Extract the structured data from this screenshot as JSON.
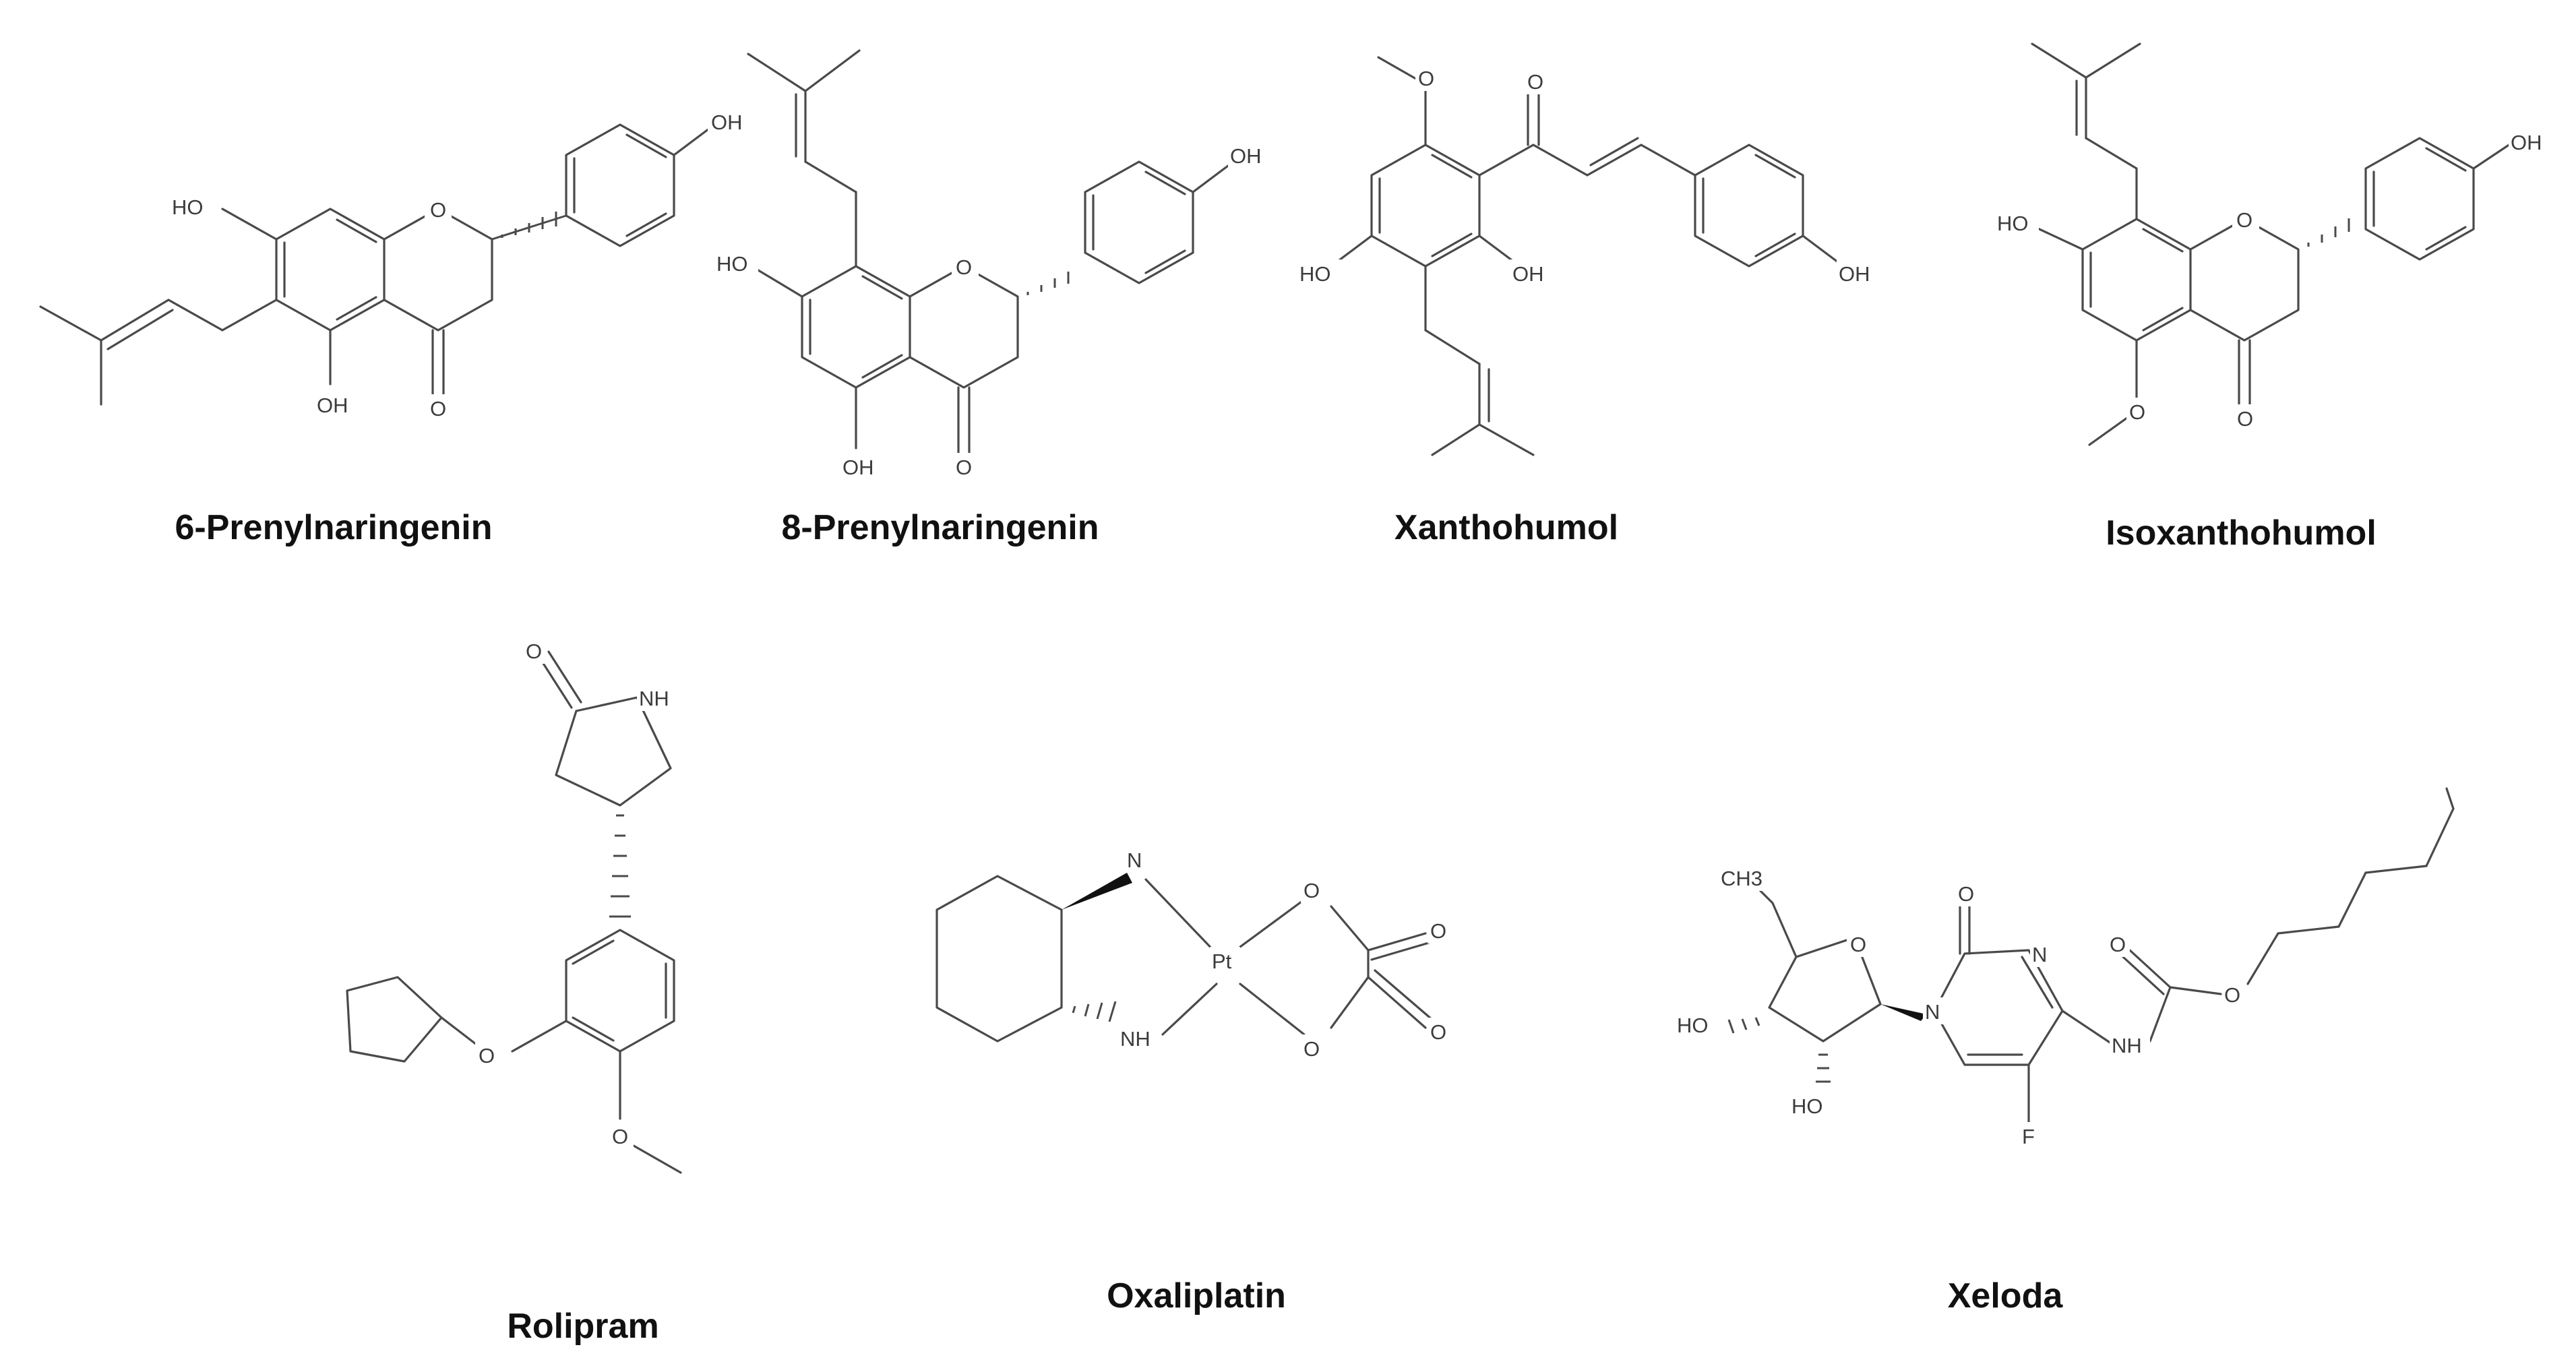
{
  "figure": {
    "compounds": [
      {
        "name": "6-Prenylnaringenin",
        "labels": [
          "HO",
          "O",
          "OH",
          "OH",
          "O"
        ]
      },
      {
        "name": "8-Prenylnaringenin",
        "labels": [
          "HO",
          "O",
          "OH",
          "OH",
          "O"
        ]
      },
      {
        "name": "Xanthohumol",
        "labels": [
          "O",
          "O",
          "HO",
          "OH",
          "OH"
        ]
      },
      {
        "name": "Isoxanthohumol",
        "labels": [
          "HO",
          "O",
          "OH",
          "O",
          "O"
        ]
      },
      {
        "name": "Rolipram",
        "labels": [
          "O",
          "NH",
          "O",
          "O"
        ]
      },
      {
        "name": "Oxaliplatin",
        "labels": [
          "N",
          "NH",
          "Pt",
          "O",
          "O",
          "O",
          "O"
        ]
      },
      {
        "name": "Xeloda",
        "labels": [
          "CH3",
          "O",
          "HO",
          "HO",
          "O",
          "N",
          "N",
          "F",
          "NH",
          "O",
          "O"
        ]
      }
    ]
  }
}
